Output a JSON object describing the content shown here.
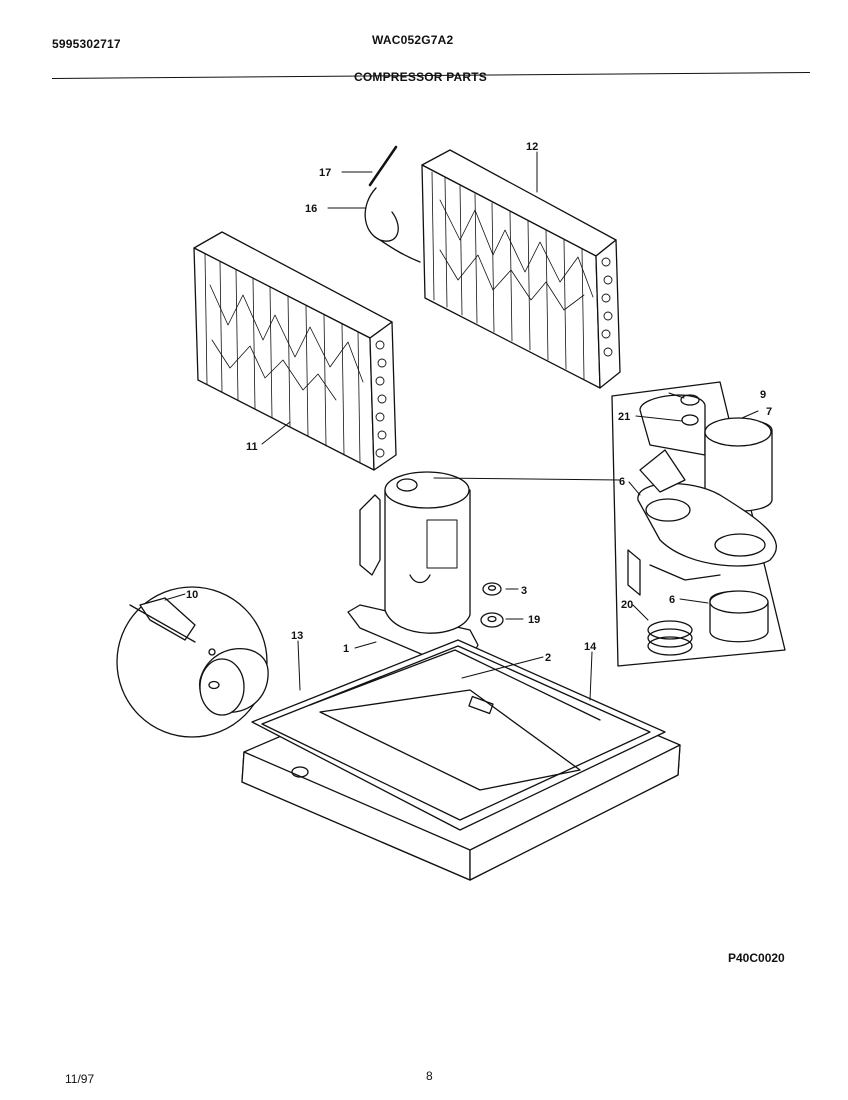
{
  "header": {
    "part_number": "5995302717",
    "model_number": "WAC052G7A2",
    "section_title": "COMPRESSOR PARTS"
  },
  "callouts": {
    "c1": "1",
    "c2": "2",
    "c3": "3",
    "c6a": "6",
    "c6b": "6",
    "c7": "7",
    "c9": "9",
    "c10": "10",
    "c11": "11",
    "c12": "12",
    "c13": "13",
    "c14": "14",
    "c16": "16",
    "c17": "17",
    "c19": "19",
    "c20": "20",
    "c21": "21"
  },
  "footer": {
    "diagram_code": "P40C0020",
    "date": "11/97",
    "page_number": "8"
  }
}
